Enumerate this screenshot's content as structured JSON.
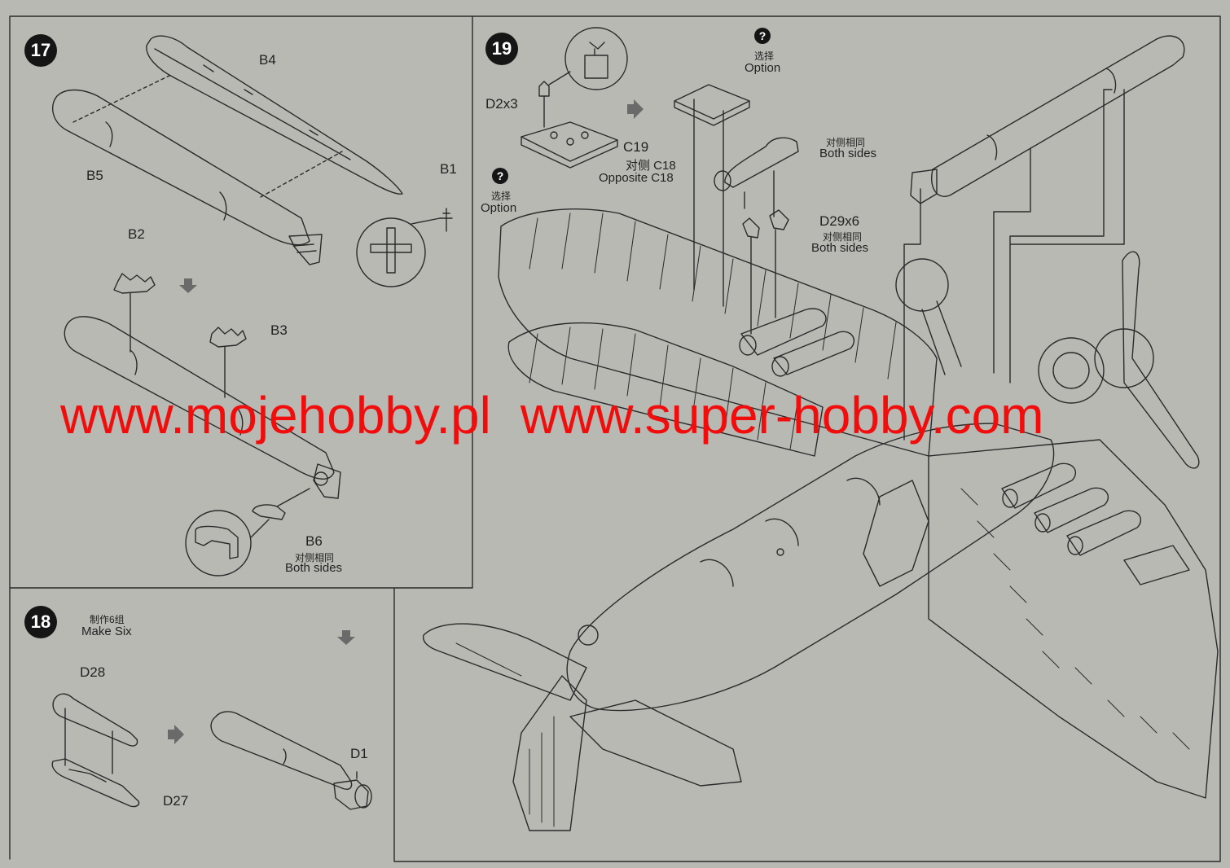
{
  "steps": {
    "step17": {
      "number": "17",
      "parts": {
        "b4": "B4",
        "b5": "B5",
        "b1": "B1",
        "b2": "B2",
        "b3": "B3",
        "b6": "B6"
      },
      "b6_note_cn": "对侧相同",
      "b6_note_en": "Both sides"
    },
    "step18": {
      "number": "18",
      "note_cn": "制作6组",
      "note_en": "Make Six",
      "parts": {
        "d28": "D28",
        "d27": "D27",
        "d1": "D1"
      }
    },
    "step19": {
      "number": "19",
      "parts": {
        "d2x3": "D2x3",
        "c19": "C19",
        "c18_cn": "对侧 C18",
        "c18_en": "Opposite C18",
        "d29x6": "D29x6",
        "d29_cn": "对侧相同",
        "d29_en": "Both sides",
        "bomb_cn": "对侧相同",
        "bomb_en": "Both sides"
      },
      "option_mark": "?",
      "option_left_cn": "选择",
      "option_left_en": "Option",
      "option_top_cn": "选择",
      "option_top_en": "Option"
    }
  },
  "watermark": {
    "left": "www.mojehobby.pl",
    "right": "www.super-hobby.com",
    "color": "#f20d0d"
  },
  "colors": {
    "paper": "#b9b9b4",
    "ink": "#222222",
    "watermark": "#f20d0d"
  }
}
